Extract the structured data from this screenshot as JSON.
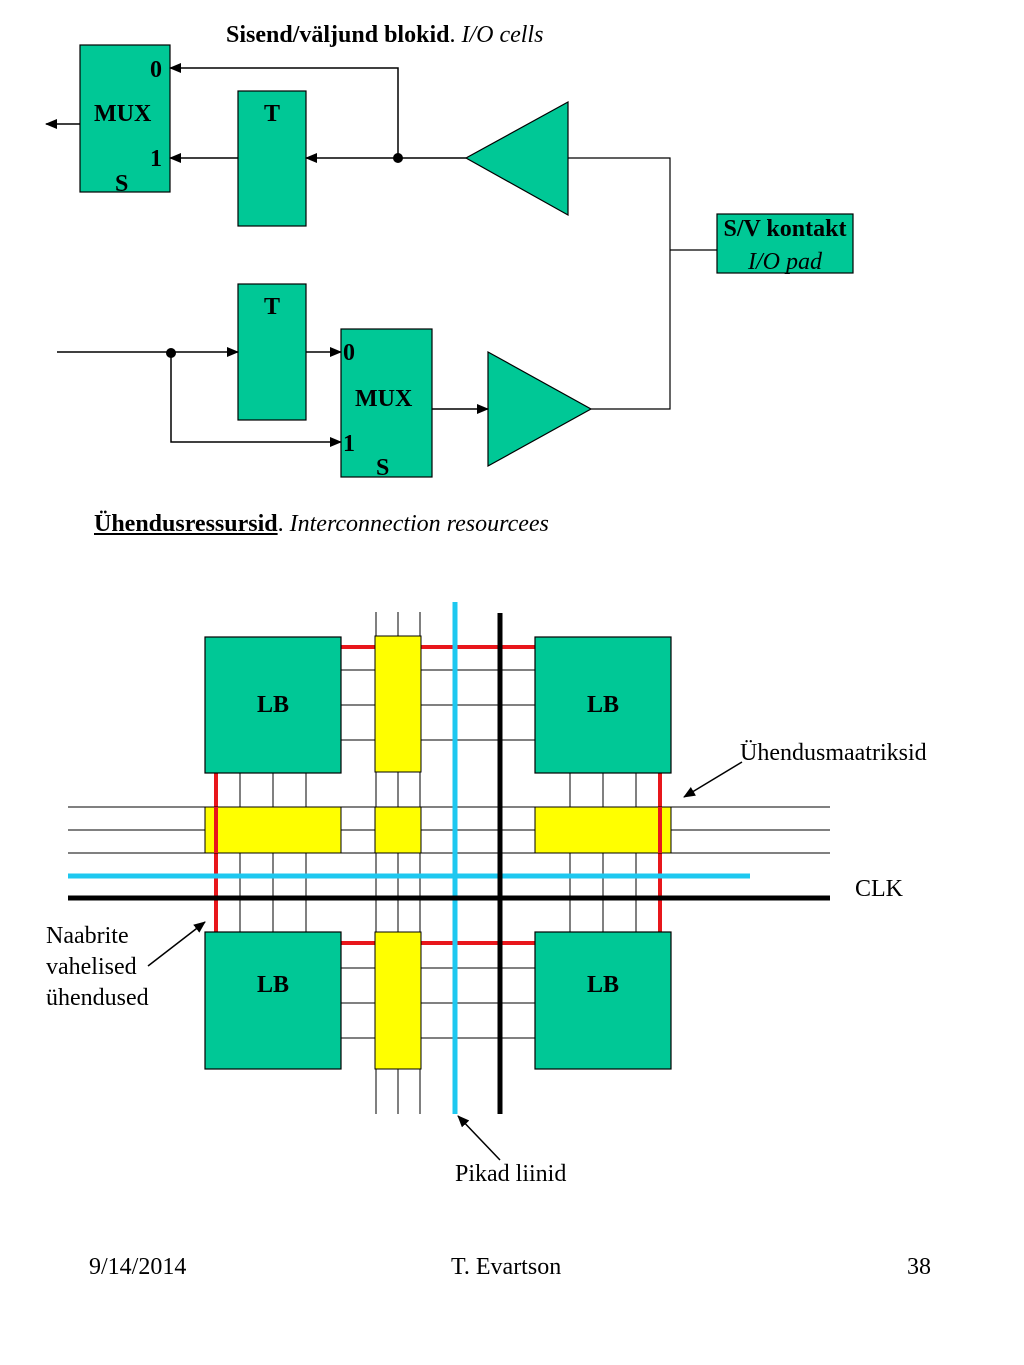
{
  "colors": {
    "block_fill": "#00c896",
    "matrix_fill": "#ffff00",
    "neighbor_line": "#e8161b",
    "long_line": "#1ec8f0",
    "clk_line": "#000000"
  },
  "io": {
    "title_bold": "Sisend/väljund blokid",
    "title_sep": ".",
    "title_italic": "I/O cells",
    "mux_top": {
      "label": "MUX",
      "in0": "0",
      "in1": "1",
      "sel": "S"
    },
    "mux_bottom": {
      "label": "MUX",
      "in0": "0",
      "in1": "1",
      "sel": "S"
    },
    "t_top": "T",
    "t_bottom": "T",
    "pad_line1": "S/V kontakt",
    "pad_line2": "I/O pad"
  },
  "interconnect": {
    "title_bold": "Ühendusressursid",
    "title_sep": ".",
    "title_italic": "Interconnection resourcees",
    "lb_label": "LB",
    "matrix_label": "Ühendusmaatriksid",
    "clk_label": "CLK",
    "neighbor_label_1": "Naabrite",
    "neighbor_label_2": "vahelised",
    "neighbor_label_3": "ühendused",
    "long_label": "Pikad liinid"
  },
  "footer": {
    "date": "9/14/2014",
    "author": "T. Evartson",
    "page": "38"
  }
}
